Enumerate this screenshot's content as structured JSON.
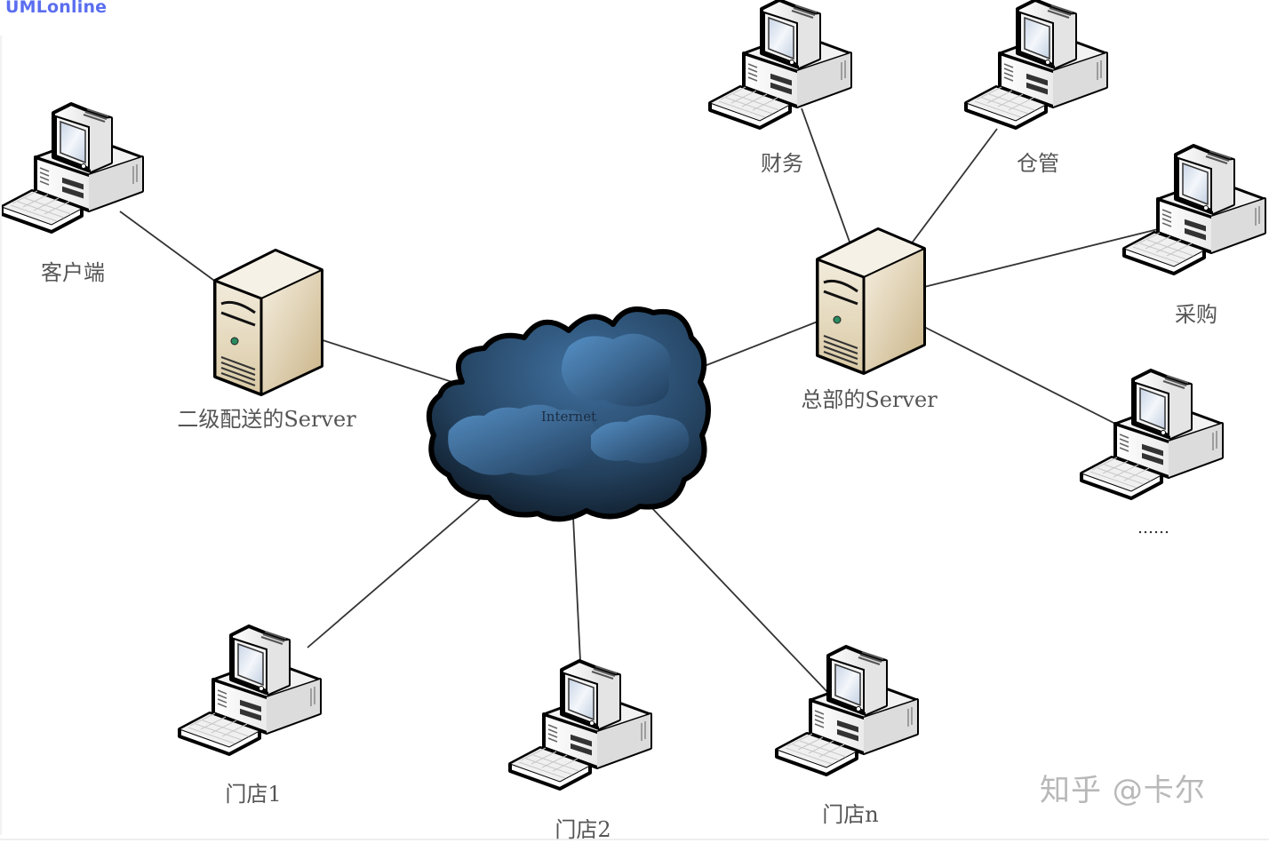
{
  "brand": "UMLonline",
  "watermark": "知乎 @卡尔",
  "cloud": {
    "label": "Internet"
  },
  "nodes": {
    "client": {
      "label": "客户端",
      "type": "computer"
    },
    "server2": {
      "label": "二级配送的Server",
      "type": "server"
    },
    "hq": {
      "label": "总部的Server",
      "type": "server"
    },
    "finance": {
      "label": "财务",
      "type": "computer"
    },
    "warehouse": {
      "label": "仓管",
      "type": "computer"
    },
    "purchase": {
      "label": "采购",
      "type": "computer"
    },
    "more": {
      "label": "……",
      "type": "computer"
    },
    "store1": {
      "label": "门店1",
      "type": "computer"
    },
    "store2": {
      "label": "门店2",
      "type": "computer"
    },
    "storen": {
      "label": "门店n",
      "type": "computer"
    }
  },
  "edges": [
    [
      "client",
      "server2"
    ],
    [
      "server2",
      "internet"
    ],
    [
      "internet",
      "hq"
    ],
    [
      "hq",
      "finance"
    ],
    [
      "hq",
      "warehouse"
    ],
    [
      "hq",
      "purchase"
    ],
    [
      "hq",
      "more"
    ],
    [
      "internet",
      "store1"
    ],
    [
      "internet",
      "store2"
    ],
    [
      "internet",
      "storen"
    ]
  ],
  "colors": {
    "brand": "#5b6ef0",
    "line": "#333333",
    "server": "#e8dcc0",
    "cloud_dark": "#0e1a28",
    "cloud_light": "#4a86c0"
  }
}
